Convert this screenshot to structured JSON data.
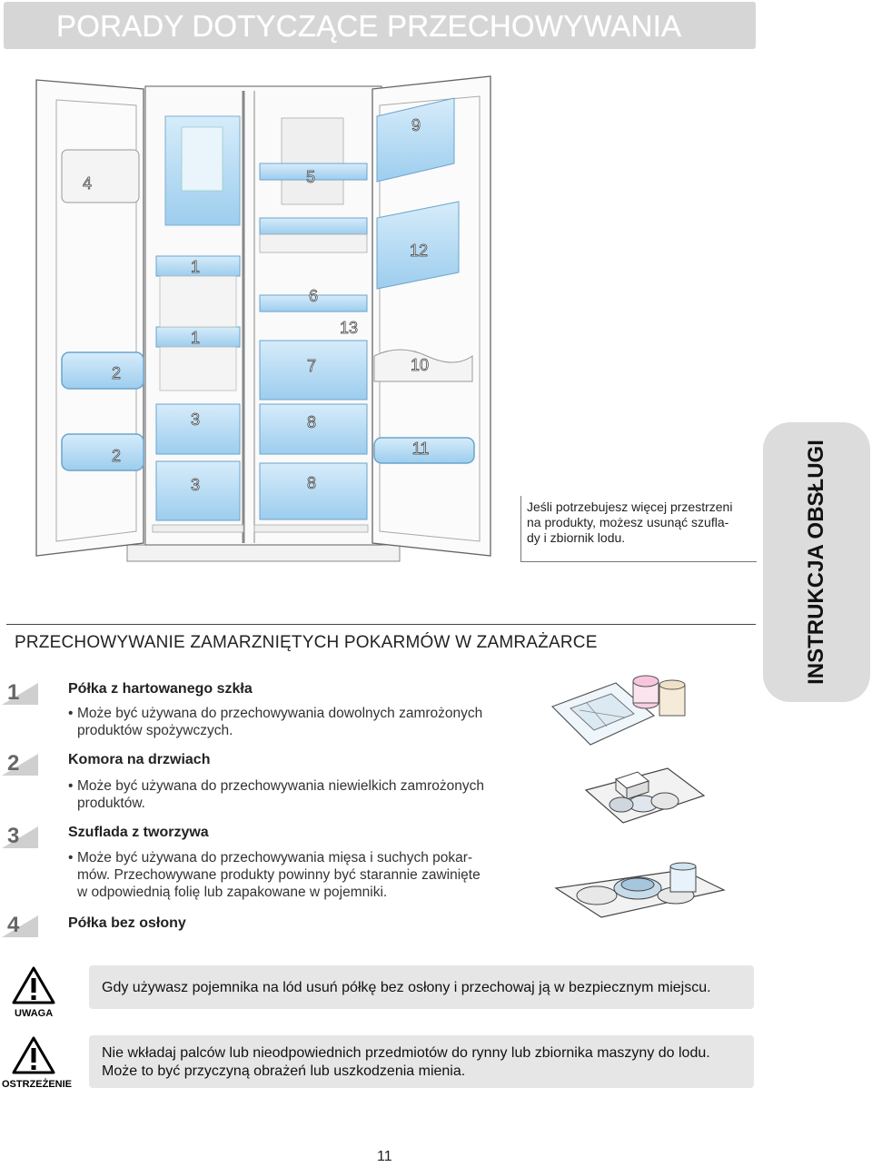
{
  "header": {
    "title": "PORADY DOTYCZĄCE PRZECHOWYWANIA ŻYWNOŚCI"
  },
  "side_tab": {
    "label": "INSTRUKCJA OBSŁUGI"
  },
  "fridge_labels": {
    "l1a": "1",
    "l1b": "1",
    "l2a": "2",
    "l2b": "2",
    "l3a": "3",
    "l3b": "3",
    "l4": "4",
    "l5": "5",
    "l6": "6",
    "l7": "7",
    "l8a": "8",
    "l8b": "8",
    "l9": "9",
    "l10": "10",
    "l11": "11",
    "l12": "12",
    "l13": "13"
  },
  "note": {
    "line1": "Jeśli potrzebujesz więcej przestrzeni",
    "line2": "na produkty, możesz usunąć szufla-",
    "line3": "dy i zbiornik lodu."
  },
  "section": {
    "title": "PRZECHOWYWANIE ZAMARZNIĘTYCH POKARMÓW W ZAMRAŻARCE"
  },
  "items": [
    {
      "num": "1",
      "title": "Półka z hartowanego szkła",
      "desc1": "Może być używana do przechowywania dowolnych zamrożonych",
      "desc2": "produktów spożywczych."
    },
    {
      "num": "2",
      "title": "Komora na drzwiach",
      "desc1": "Może być używana do przechowywania niewielkich zamrożonych",
      "desc2": "produktów."
    },
    {
      "num": "3",
      "title": "Szuflada z tworzywa",
      "desc1": "Może być używana do przechowywania mięsa i suchych pokar-",
      "desc2": "mów. Przechowywane produkty powinny być starannie zawinięte",
      "desc3": "w odpowiednią folię lub zapakowane w pojemniki."
    },
    {
      "num": "4",
      "title": "Półka bez osłony"
    }
  ],
  "bullet": "•",
  "warnings": [
    {
      "label": "UWAGA",
      "line1": "Gdy używasz pojemnika na lód usuń półkę bez osłony i przechowaj ją w bezpiecznym miejscu."
    },
    {
      "label": "OSTRZEŻENIE",
      "line1": "Nie wkładaj palców lub nieodpowiednich przedmiotów do rynny lub zbiornika maszyny do lodu.",
      "line2": "Może to być przyczyną obrażeń lub uszkodzenia mienia."
    }
  ],
  "page_number": "11",
  "colors": {
    "shelf_blue": "#bfe0f5",
    "shelf_blue_dark": "#8cc6ea",
    "header_gray": "#d6d6d6",
    "box_gray": "#e6e6e6"
  }
}
